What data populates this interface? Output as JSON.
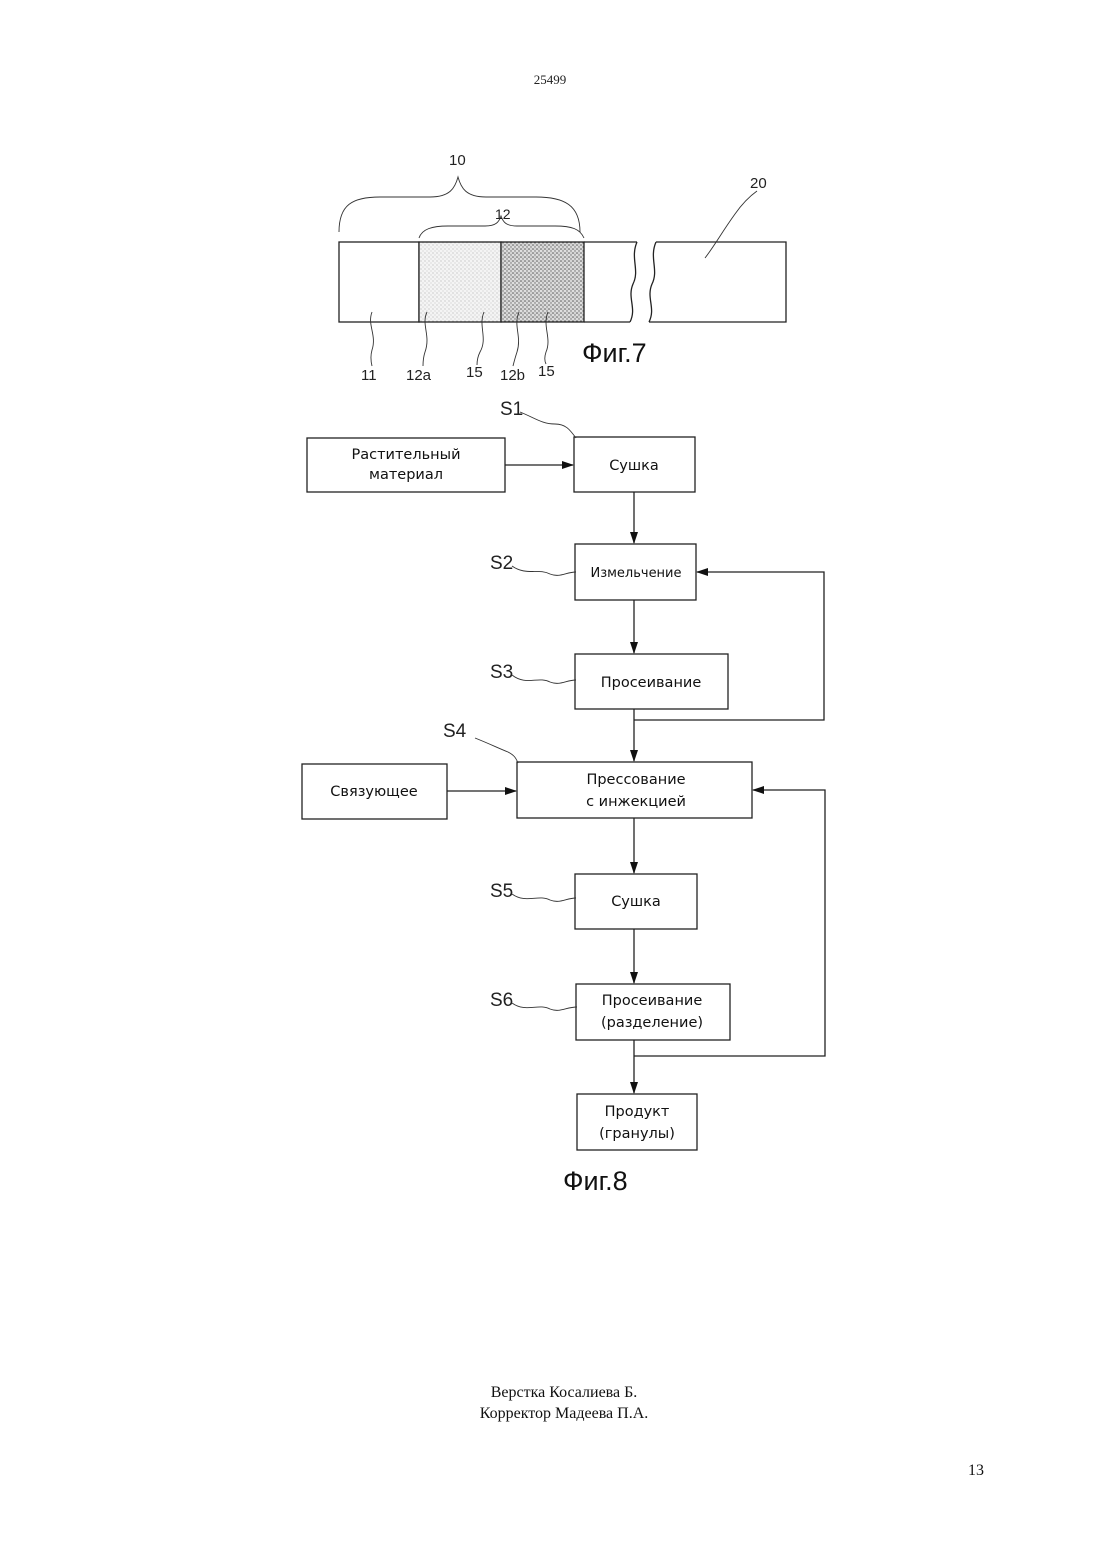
{
  "header": {
    "doc_number": "25499"
  },
  "fig7": {
    "title": "Фиг.7",
    "labels": {
      "l10": "10",
      "l12": "12",
      "l20": "20",
      "l11": "11",
      "l12a": "12a",
      "l15a": "15",
      "l12b": "12b",
      "l15b": "15"
    }
  },
  "fig8": {
    "title": "Фиг.8",
    "steps": {
      "s1": "S1",
      "s2": "S2",
      "s3": "S3",
      "s4": "S4",
      "s5": "S5",
      "s6": "S6"
    },
    "boxes": {
      "plant_material": [
        "Растительный",
        "материал"
      ],
      "drying1": "Сушка",
      "grinding": "Измельчение",
      "sieving1": "Просеивание",
      "binder": "Связующее",
      "pressing": [
        "Прессование",
        "с инжекцией"
      ],
      "drying2": "Сушка",
      "sieving2": [
        "Просеивание",
        "(разделение)"
      ],
      "product": [
        "Продукт",
        "(гранулы)"
      ]
    }
  },
  "footer": {
    "layout_by": "Верстка Косалиева Б.",
    "corrector": "Корректор Мадеева П.А.",
    "page_number": "13"
  }
}
